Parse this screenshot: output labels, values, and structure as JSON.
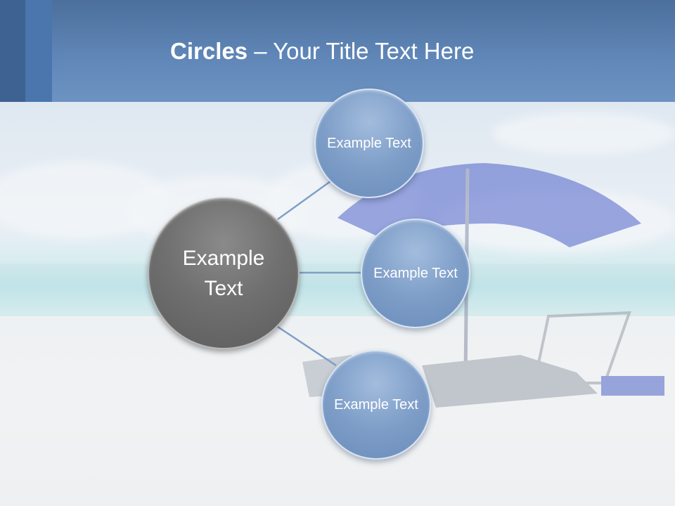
{
  "title": {
    "bold": "Circles",
    "rest": " – Your Title Text Here"
  },
  "center_circle": {
    "label": "Example Text"
  },
  "circles": [
    {
      "label": "Example Text"
    },
    {
      "label": "Example Text"
    },
    {
      "label": "Example Text"
    }
  ],
  "colors": {
    "header": "#5f86b7",
    "center_circle": "#707070",
    "outer_circle": "#7e9ec8",
    "connector": "#7f9fc6"
  }
}
